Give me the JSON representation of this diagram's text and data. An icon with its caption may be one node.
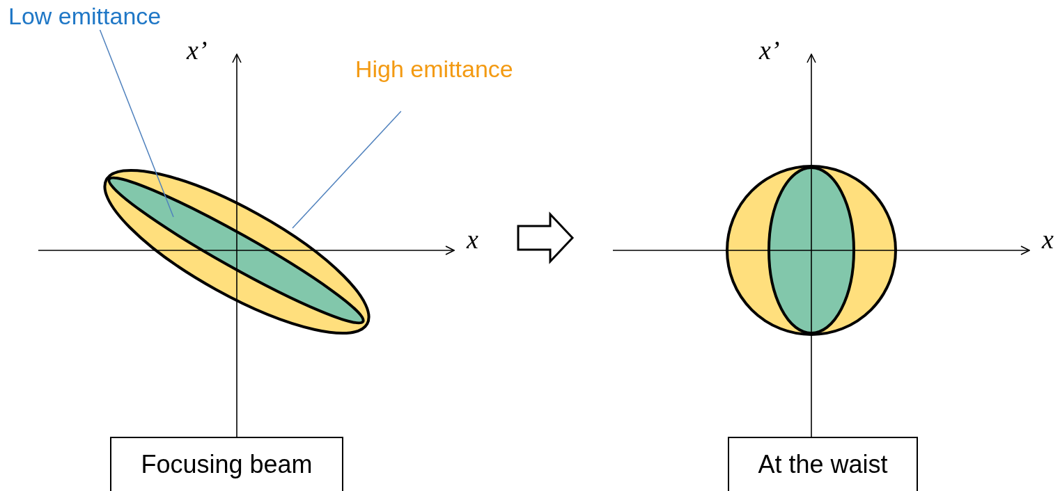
{
  "diagram": {
    "nodes": [
      {
        "text": [
          "Low emittance"
        ]
      },
      {
        "text": [
          "High emittance"
        ]
      },
      {
        "text": [],
        "shape": "ellipse"
      },
      {
        "text": [],
        "shape": "ellipse",
        "in": 2
      },
      {
        "text": [],
        "shape": "circle"
      },
      {
        "text": [],
        "shape": "ellipse",
        "in": 4
      },
      {
        "text": [
          "Focusing beam"
        ]
      },
      {
        "text": [
          "At the waist"
        ]
      }
    ],
    "edges": [
      {
        "from": 0,
        "to": 3,
        "arrow": "none"
      },
      {
        "from": 1,
        "to": 2,
        "arrow": "none"
      }
    ],
    "labels": [
      "x’",
      "x",
      "x’",
      "x"
    ]
  }
}
